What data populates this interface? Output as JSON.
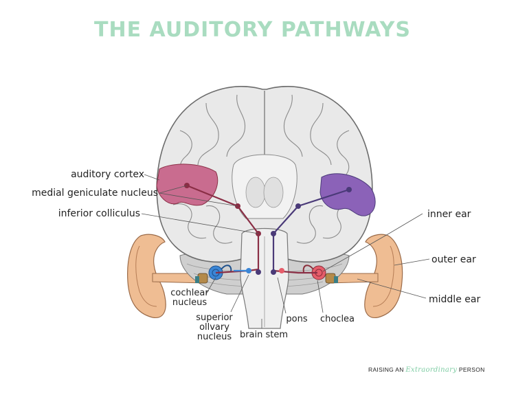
{
  "title": "THE AUDITORY PATHWAYS",
  "colors": {
    "title": "#a9dcc0",
    "left_pathway": "#8a2e45",
    "right_pathway": "#4a3a78",
    "auditory_cortex_left": "#c96c8f",
    "auditory_cortex_right": "#8b62b8",
    "ear": "#efb98c",
    "cochlea_left": "#3b86d6",
    "cochlea_right": "#e65d6a",
    "brain": "#e7e7e7",
    "brainstem": "#ededed"
  },
  "labels": {
    "auditory_cortex": "auditory cortex",
    "medial_geniculate_nucleus": "medial geniculate nucleus",
    "inferior_colliculus": "inferior colliculus",
    "inner_ear": "inner ear",
    "outer_ear": "outer ear",
    "middle_ear": "middle ear",
    "cochlear_nucleus_1": "cochlear",
    "cochlear_nucleus_2": "nucleus",
    "superior_olivary_nucleus_1": "superior",
    "superior_olivary_nucleus_2": "ollvary",
    "superior_olivary_nucleus_3": "nucleus",
    "brain_stem": "brain stem",
    "pons": "pons",
    "choclea": "choclea"
  },
  "brand": {
    "left": "RAISING AN",
    "middle": "Extraordinary",
    "right": "PERSON"
  }
}
